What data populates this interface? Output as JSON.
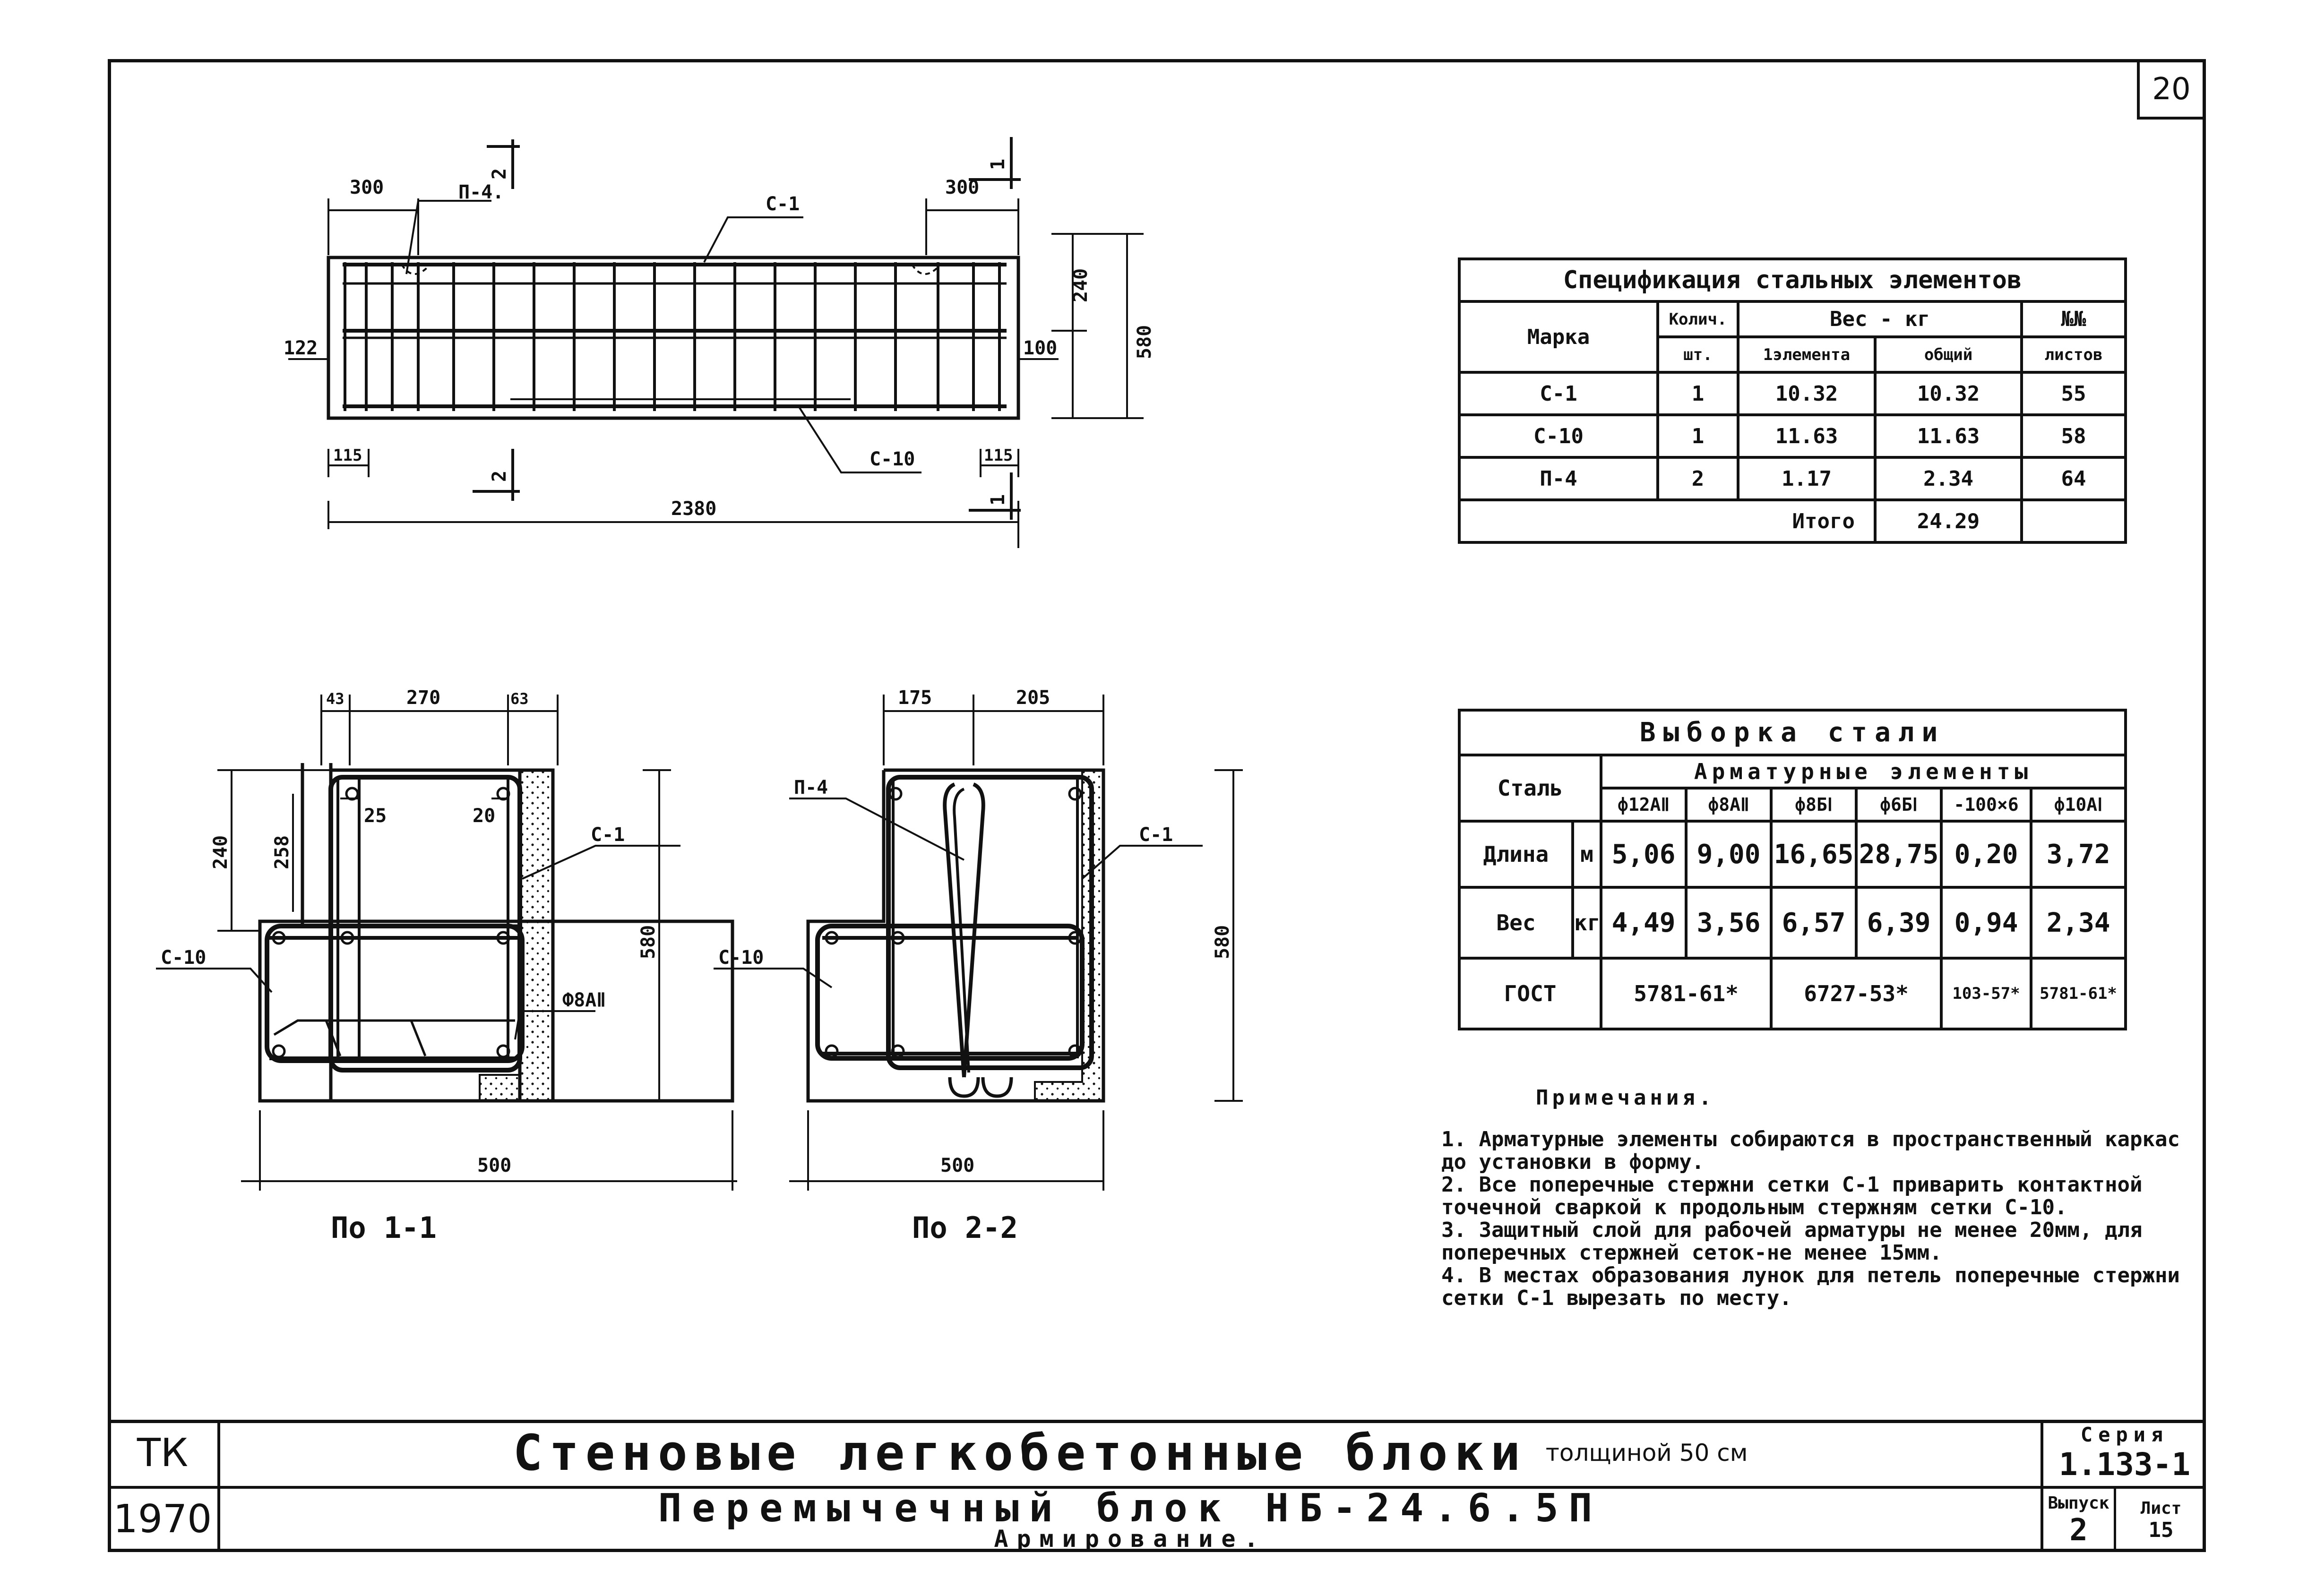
{
  "sheet_number": "20",
  "drawing_labels": {
    "elev": {
      "d300_left": "300",
      "d300_right": "300",
      "mark_p4": "П-4.",
      "mark_c1": "С-1",
      "mark_c10": "С-10",
      "d122": "122",
      "d100": "100",
      "d240": "240",
      "d580": "580",
      "d115_left": "115",
      "d115_right": "115",
      "d2380": "2380",
      "cut2_top": "2",
      "cut2_bottom": "2",
      "cut1_top": "1",
      "cut1_bottom": "1"
    },
    "s11": {
      "d43": "43",
      "d270": "270",
      "d63": "63",
      "d240": "240",
      "d258": "258",
      "d25": "25",
      "d20": "20",
      "d580": "580",
      "d500": "500",
      "c1": "С-1",
      "c10": "С-10",
      "phi": "Ф8АⅡ",
      "caption": "По 1-1"
    },
    "s22": {
      "d175": "175",
      "d205": "205",
      "d580": "580",
      "d500": "500",
      "p4": "П-4",
      "c1": "С-1",
      "c10": "С-10",
      "caption": "По 2-2"
    }
  },
  "spec_table": {
    "title": "Спецификация стальных элементов",
    "col_mark": "Марка",
    "col_qty": "Колич.",
    "col_qty_unit": "шт.",
    "col_weight": "Вес - кг",
    "col_weight_elem": "1элемента",
    "col_weight_total": "общий",
    "col_sheets": "№№",
    "col_sheets_sub": "листов",
    "rows": [
      {
        "mark": "С-1",
        "qty": "1",
        "w_elem": "10.32",
        "w_total": "10.32",
        "sheet": "55"
      },
      {
        "mark": "С-10",
        "qty": "1",
        "w_elem": "11.63",
        "w_total": "11.63",
        "sheet": "58"
      },
      {
        "mark": "П-4",
        "qty": "2",
        "w_elem": "1.17",
        "w_total": "2.34",
        "sheet": "64"
      }
    ],
    "total_label": "Итого",
    "total_value": "24.29"
  },
  "steel_table": {
    "title": "Выборка стали",
    "col_steel": "Сталь",
    "col_group": "Арматурные элементы",
    "cols": [
      "ф12АⅡ",
      "ф8АⅡ",
      "ф8БⅠ",
      "ф6БⅠ",
      "-100×6",
      "ф10АⅠ"
    ],
    "row_length_label": "Длина",
    "row_length_unit": "м",
    "row_length": [
      "5,06",
      "9,00",
      "16,65",
      "28,75",
      "0,20",
      "3,72"
    ],
    "row_weight_label": "Вес",
    "row_weight_unit": "кг",
    "row_weight": [
      "4,49",
      "3,56",
      "6,57",
      "6,39",
      "0,94",
      "2,34"
    ],
    "row_gost_label": "ГОСТ",
    "gost": [
      "5781-61*",
      "6727-53*",
      "103-57*",
      "5781-61*"
    ]
  },
  "notes": {
    "heading": "Примечания.",
    "items": [
      "1. Арматурные элементы собираются в пространственный каркас до установки в форму.",
      "2. Все поперечные стержни сетки С-1 приварить контактной точечной сваркой к продольным стержням сетки С-10.",
      "3. Защитный слой для рабочей арматуры не менее 20мм, для поперечных стержней сеток-не менее 15мм.",
      "4. В местах образования лунок для петель поперечные стержни сетки С-1 вырезать по месту."
    ]
  },
  "title_block": {
    "org": "ТК",
    "year": "1970",
    "title": "Стеновые легкобетонные блоки",
    "title_suffix": "толщиной 50 см",
    "subtitle": "Перемычечный блок НБ-24.6.5П",
    "subtitle2": "Армирование.",
    "series_label": "Серия",
    "series_value": "1.133-1",
    "issue_label": "Выпуск",
    "issue_value": "2",
    "sheet_label": "Лист",
    "sheet_value": "15"
  }
}
